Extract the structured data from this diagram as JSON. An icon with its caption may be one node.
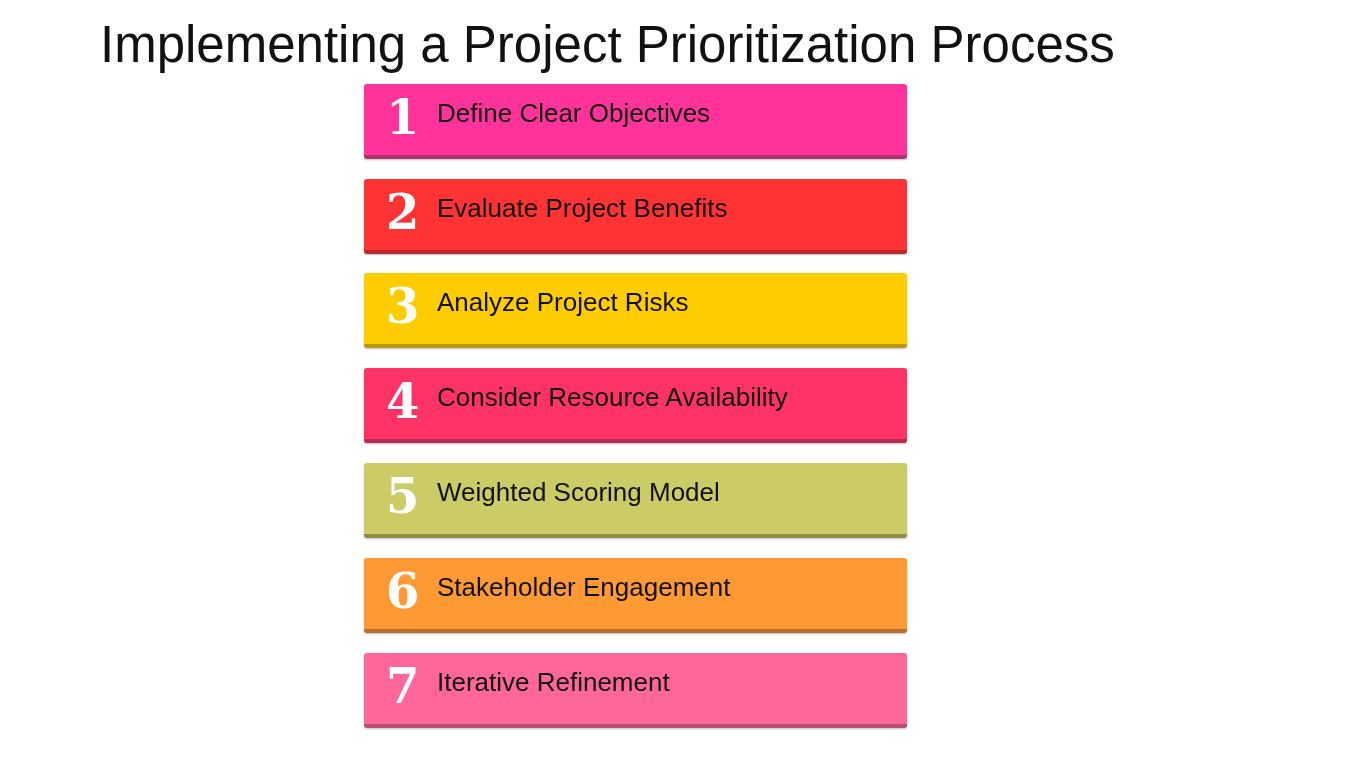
{
  "diagram": {
    "title": "Implementing a Project Prioritization Process",
    "nodes": [
      {
        "text": [
          "1",
          "Define Clear Objectives"
        ]
      },
      {
        "text": [
          "2",
          "Evaluate Project Benefits"
        ]
      },
      {
        "text": [
          "3",
          "Analyze Project Risks"
        ]
      },
      {
        "text": [
          "4",
          "Consider Resource Availability"
        ]
      },
      {
        "text": [
          "5",
          "Weighted Scoring Model"
        ]
      },
      {
        "text": [
          "6",
          "Stakeholder Engagement"
        ]
      },
      {
        "text": [
          "7",
          "Iterative Refinement"
        ]
      }
    ]
  }
}
